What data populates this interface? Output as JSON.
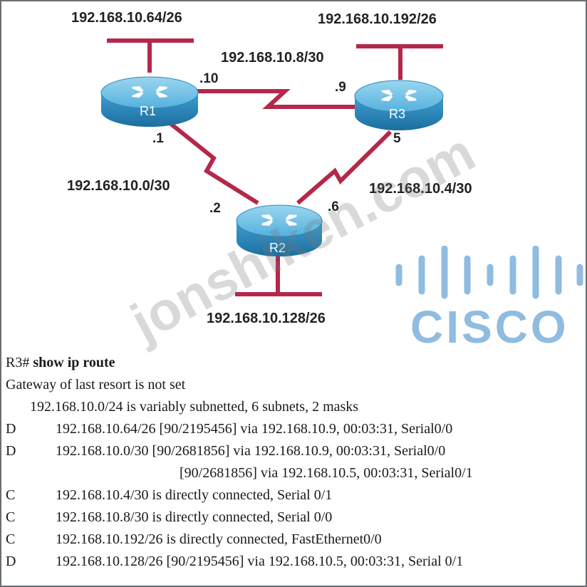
{
  "networks": {
    "r1_lan": "192.168.10.64/26",
    "r3_lan": "192.168.10.192/26",
    "r2_lan": "192.168.10.128/26",
    "r1_r3_link": "192.168.10.8/30",
    "r1_r2_link": "192.168.10.0/30",
    "r2_r3_link": "192.168.10.4/30"
  },
  "interfaces": {
    "r1_to_r3": ".10",
    "r3_to_r1": ".9",
    "r1_to_r2": ".1",
    "r2_to_r1": ".2",
    "r2_to_r3": ".6",
    "r3_to_r2": "5"
  },
  "routers": {
    "r1": "R1",
    "r2": "R2",
    "r3": "R3"
  },
  "colors": {
    "link": "#b5284a",
    "router_body": "#2f8fc2",
    "router_top": "#6fc0e4",
    "cisco_blue": "#8fbce0"
  },
  "watermark": "jonshiken.com",
  "logo": {
    "word": "CISCO",
    "icon": "cisco-bars-icon"
  },
  "cli": {
    "prompt": "R3#",
    "command": "show ip route",
    "gateway": "Gateway of last resort is not set",
    "summary": "192.168.10.0/24 is variably subnetted, 6 subnets, 2 masks",
    "routes": [
      {
        "code": "D",
        "text": "192.168.10.64/26 [90/2195456] via 192.168.10.9, 00:03:31, Serial0/0"
      },
      {
        "code": "D",
        "text": "192.168.10.0/30 [90/2681856] via 192.168.10.9, 00:03:31, Serial0/0"
      },
      {
        "code": "",
        "text": "[90/2681856] via 192.168.10.5, 00:03:31, Serial0/1"
      },
      {
        "code": "C",
        "text": "192.168.10.4/30 is directly connected, Serial 0/1"
      },
      {
        "code": "C",
        "text": "192.168.10.8/30 is directly connected, Serial 0/0"
      },
      {
        "code": "C",
        "text": "192.168.10.192/26 is directly connected, FastEthernet0/0"
      },
      {
        "code": "D",
        "text": "192.168.10.128/26 [90/2195456] via 192.168.10.5, 00:03:31, Serial 0/1"
      }
    ]
  }
}
